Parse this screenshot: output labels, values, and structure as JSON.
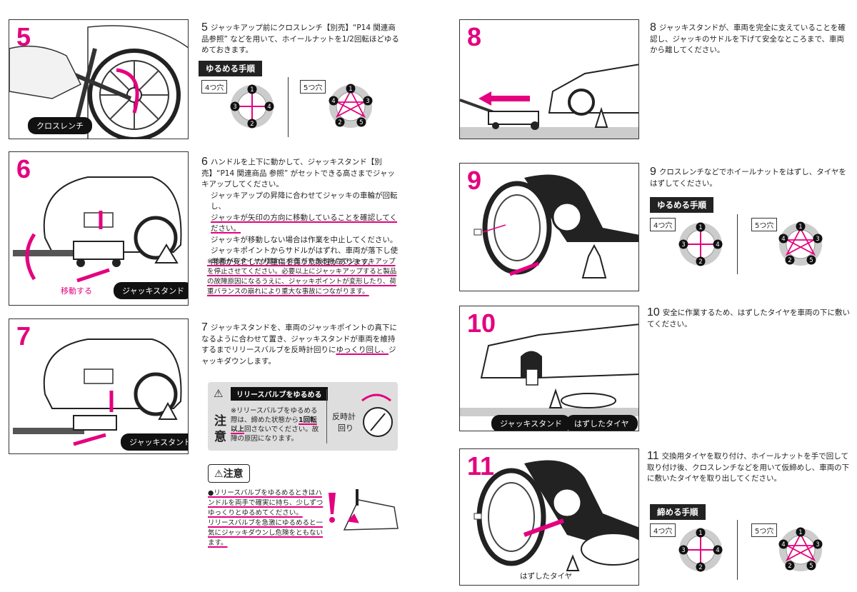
{
  "panels": {
    "p5": {
      "num": "5",
      "tag": "クロスレンチ"
    },
    "p6": {
      "num": "6",
      "tag": "ジャッキスタンド",
      "move": "移動する"
    },
    "p7": {
      "num": "7",
      "tag": "ジャッキスタンド"
    },
    "p8": {
      "num": "8"
    },
    "p9": {
      "num": "9"
    },
    "p10": {
      "num": "10",
      "tag1": "ジャッキスタンド",
      "tag2": "はずしたタイヤ"
    },
    "p11": {
      "num": "11",
      "tire": "はずしたタイヤ"
    }
  },
  "steps": {
    "s5": {
      "n": "5",
      "text": "ジャッキアップ前にクロスレンチ【別売】“P14 関連商品参照” などを用いて、ホイールナットを1/2回転ほどゆるめておきます。"
    },
    "s6": {
      "n": "6",
      "l1": "ハンドルを上下に動かして、ジャッキスタンド【別売】“P14 関連商品 参照” がセットできる高さまでジャッキアップしてください。",
      "l2": "ジャッキアップの昇降に合わせてジャッキの車輪が回転し、",
      "l3": "ジャッキが矢印の方向に移動していることを確認してください。",
      "l4": "ジャッキが移動しない場合は作業を中止してください。ジャッキポイントからサドルがはずれ、車両が落下し使用者が死亡したり重傷を負う危険性があります。",
      "note": "※地面からタイヤが離れ、作業ができる高さでジャッキアップを停止させてください。必要以上にジャッキアップすると製品の故障原因になるうえに、ジャッキポイントが変形したり、荷重バランスの崩れにより重大な事故につながります。"
    },
    "s7": {
      "n": "7",
      "l1": "ジャッキスタンドを、車両のジャッキポイントの真下になるように合わせて置き、ジャッキスタンドが車両を維持するまでリリースバルブを反時計回りに",
      "l2": "ゆっくり回し、",
      "l3": "ジャッキダウンします。"
    },
    "s8": {
      "n": "8",
      "text": "ジャッキスタンドが、車両を完全に支えていることを確認し、ジャッキのサドルを下げて安全なところまで、車両から離してください。"
    },
    "s9": {
      "n": "9",
      "text": "クロスレンチなどでホイールナットをはずし、タイヤをはずしてください。"
    },
    "s10": {
      "n": "10",
      "text": "安全に作業するため、はずしたタイヤを車両の下に敷いてください。"
    },
    "s11": {
      "n": "11",
      "text": "交換用タイヤを取り付け、ホイールナットを手で回して取り付け後、クロスレンチなどを用いて仮締めし、車両の下に敷いたタイヤを取り出してください。"
    }
  },
  "loosen": {
    "title": "ゆるめる手順",
    "four": "4つ穴",
    "five": "5つ穴"
  },
  "loosen9": {
    "title": "ゆるめる手順",
    "four": "4つ穴",
    "five": "5つ穴"
  },
  "tighten": {
    "title": "締める手順",
    "four": "4つ穴",
    "five": "5つ穴"
  },
  "caution1": {
    "head": "リリースバルブをゆるめる",
    "ch1": "注",
    "ch2": "意",
    "t1": "※リリースバルブをゆるめる際は、締めた状態から",
    "t2": "1回転以上",
    "t3": "回さないでください。故障の原因になります。",
    "dir1": "反時計",
    "dir2": "回り"
  },
  "caution2": {
    "title": "注意",
    "l1": "●リリースバルブをゆるめるときはハンドルを両手で確実に持ち、少しずつゆっくりとゆるめてください。",
    "l2": "リリースバルブを急激にゆるめると一気にジャッキダウンし危険をともないます。"
  },
  "colors": {
    "accent": "#e4007f",
    "dark": "#111111",
    "gray": "#dedede"
  },
  "bolts4": [
    "1",
    "4",
    "2",
    "3"
  ],
  "bolts5": [
    "1",
    "3",
    "5",
    "2",
    "4"
  ]
}
